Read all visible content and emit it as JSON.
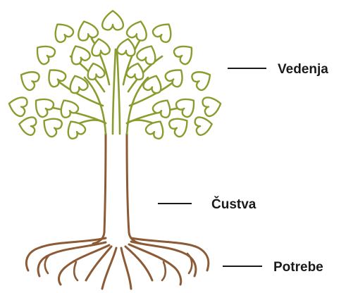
{
  "colors": {
    "canopy": "#8a9c2e",
    "trunk_roots": "#8c5a35",
    "text": "#1a1a1a",
    "background": "#ffffff"
  },
  "labels": {
    "canopy": "Vedenja",
    "trunk": "Čustva",
    "roots": "Potrebe"
  }
}
